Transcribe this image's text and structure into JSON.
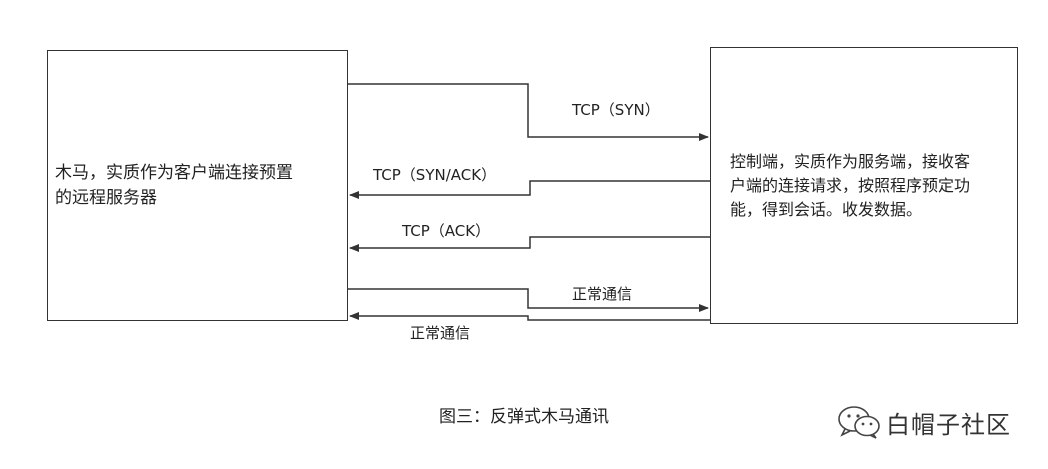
{
  "left_box": {
    "line1": "木马，实质作为客户端连接预置",
    "line2": "的远程服务器"
  },
  "right_box": {
    "line1": "控制端，实质作为服务端，接收客",
    "line2": "户端的连接请求，按照程序预定功",
    "line3": "能，得到会话。收发数据。"
  },
  "messages": {
    "syn": "TCP（SYN）",
    "synack": "TCP（SYN/ACK）",
    "ack": "TCP（ACK）",
    "normal_to_right": "正常通信",
    "normal_to_left": "正常通信"
  },
  "caption": "图三：反弹式木马通讯",
  "watermark": {
    "icon": "wechat-icon",
    "text": "白帽子社区"
  }
}
